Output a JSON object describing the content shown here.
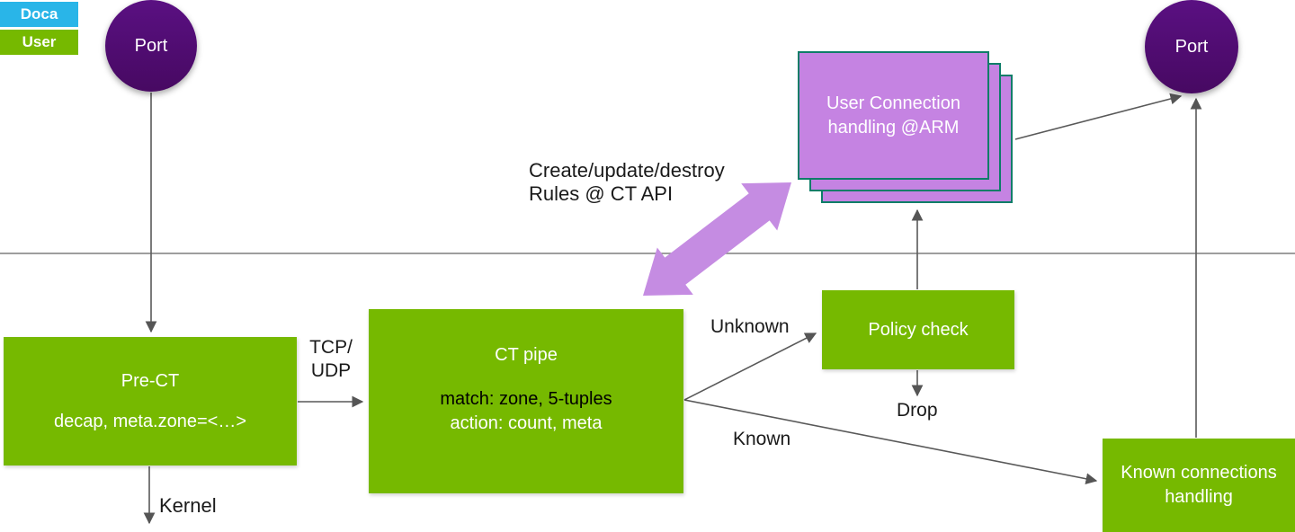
{
  "legend": {
    "items": [
      {
        "label": "Doca",
        "color": "#29b5e8"
      },
      {
        "label": "User",
        "color": "#76b900"
      }
    ]
  },
  "nodes": {
    "port_left": {
      "label": "Port"
    },
    "port_right": {
      "label": "Port"
    },
    "user_connection_stack": {
      "line1": "User Connection",
      "line2": "handling @ARM"
    },
    "pre_ct": {
      "title": "Pre-CT",
      "detail": "decap, meta.zone=<…>"
    },
    "ct_pipe": {
      "title": "CT pipe",
      "match_line": "match: zone, 5-tuples",
      "action_line": "action: count, meta"
    },
    "policy_check": {
      "label": "Policy check"
    },
    "known_connections": {
      "line1": "Known connections",
      "line2": "handling"
    }
  },
  "labels": {
    "create_rules": {
      "line1": "Create/update/destroy",
      "line2": "Rules @ CT API"
    },
    "tcp_udp": {
      "line1": "TCP/",
      "line2": "UDP"
    },
    "unknown": "Unknown",
    "known": "Known",
    "drop": "Drop",
    "kernel": "Kernel"
  },
  "colors": {
    "nvidia_green": "#76b900",
    "doca_cyan": "#29b5e8",
    "port_purple_dark": "#470962",
    "port_purple_light": "#5a1082",
    "stack_fill": "#c583e2",
    "stack_border": "#0e7d68",
    "thick_arrow_purple": "#c58ce2",
    "connector_gray": "#595959",
    "divider_gray": "#7f7f7f"
  }
}
